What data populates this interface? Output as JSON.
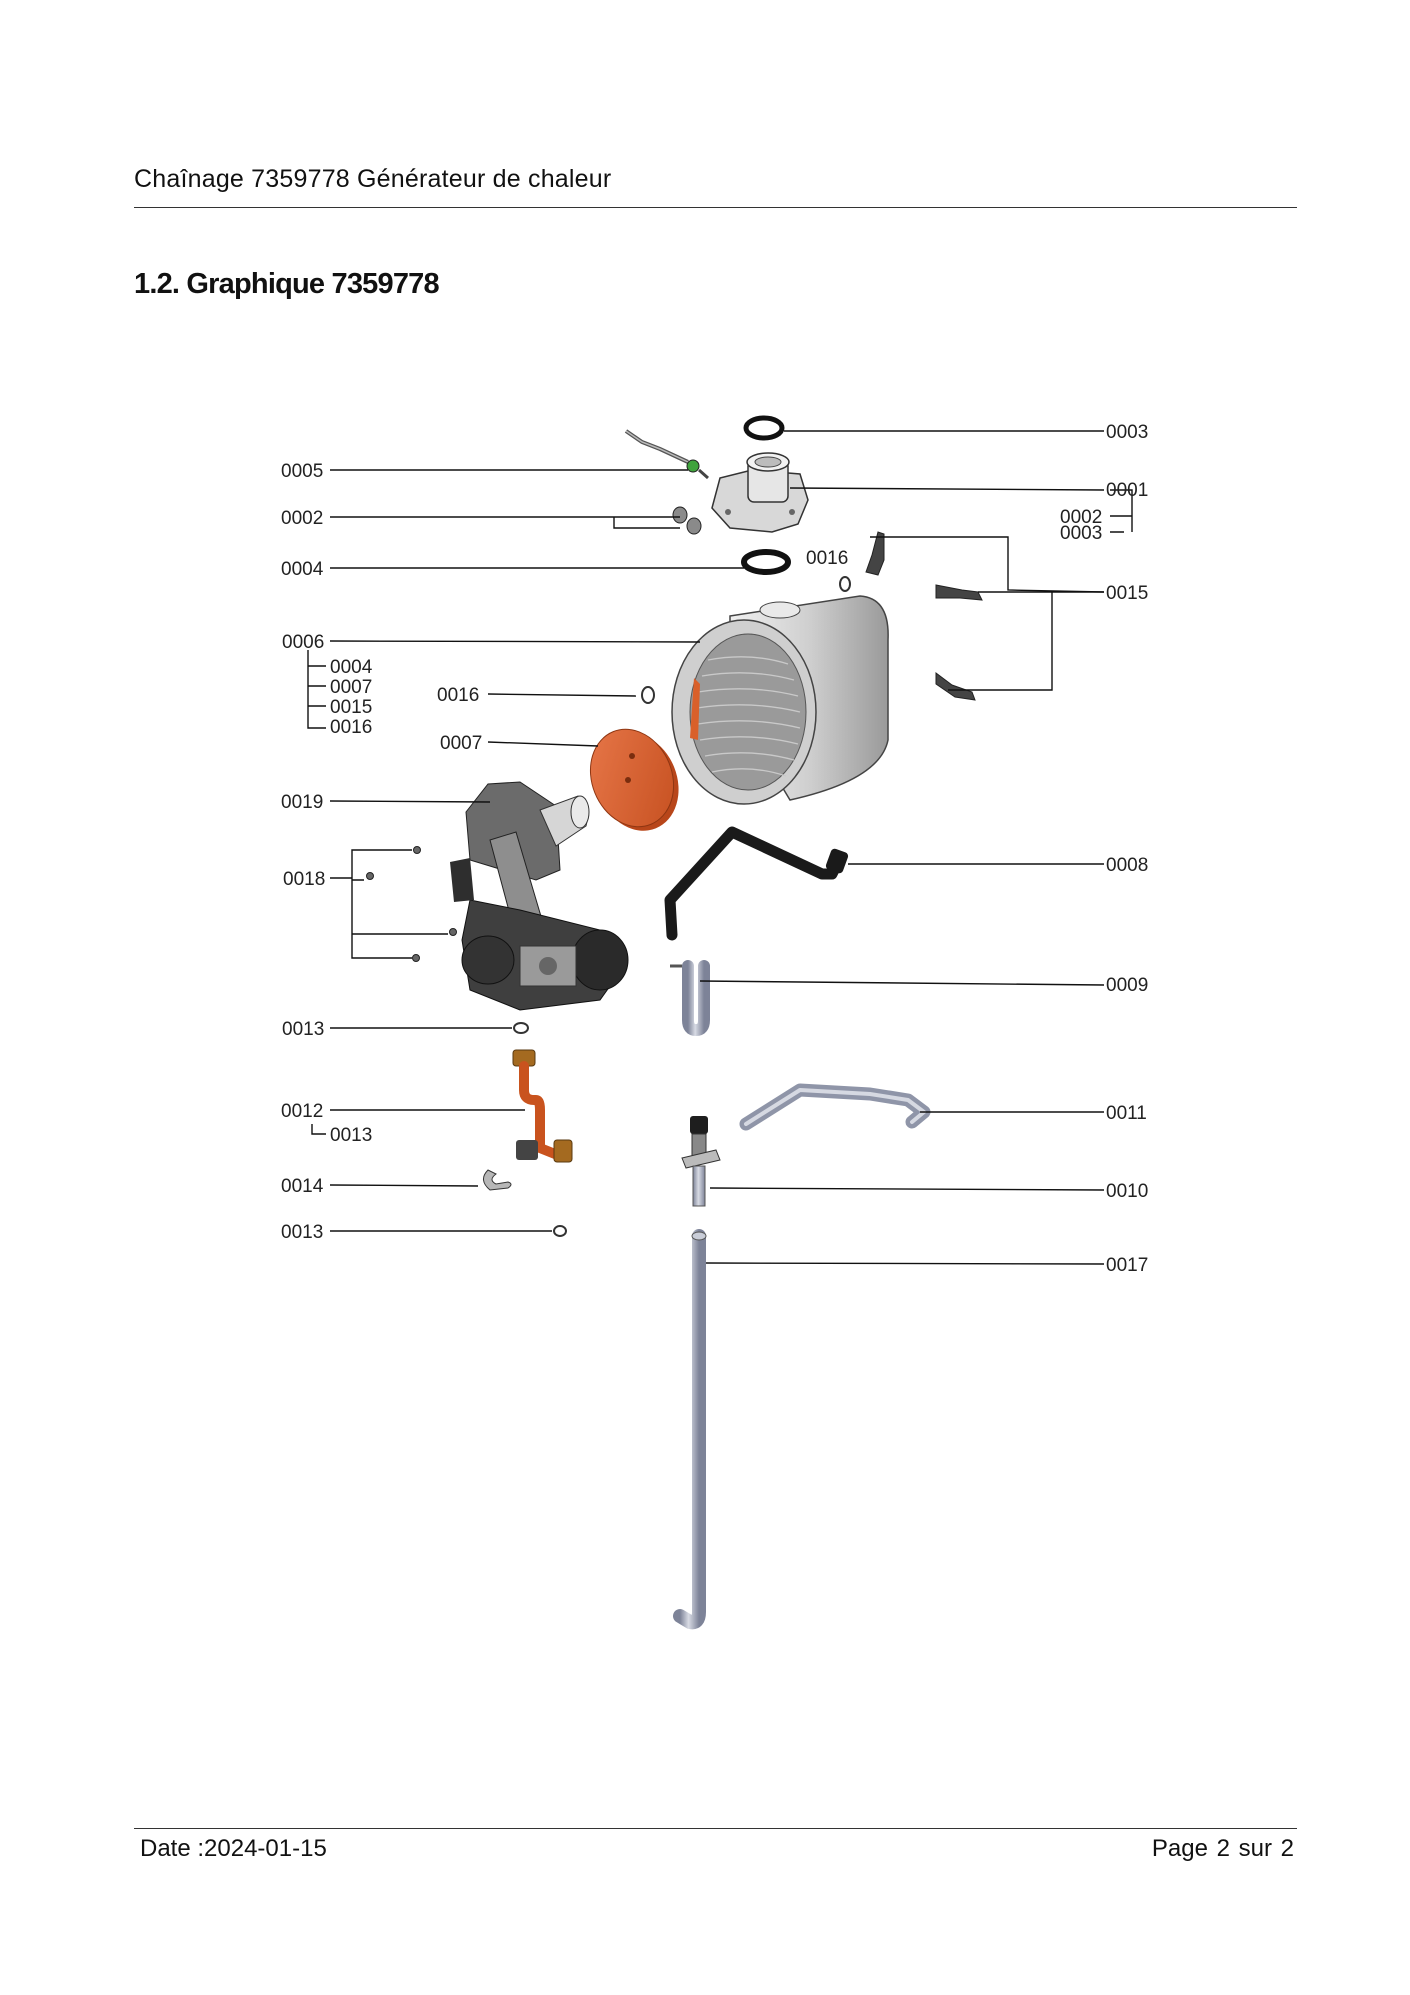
{
  "header": {
    "title": "Chaînage 7359778 Générateur de chaleur"
  },
  "section": {
    "title": "1.2. Graphique 7359778"
  },
  "diagram": {
    "labels": {
      "p0005": "0005",
      "p0002": "0002",
      "p0004": "0004",
      "p0006": "0006",
      "p0006_sub1": "0004",
      "p0006_sub2": "0007",
      "p0006_sub3": "0015",
      "p0006_sub4": "0016",
      "p0016a": "0016",
      "p0007": "0007",
      "p0019": "0019",
      "p0018": "0018",
      "p0013a": "0013",
      "p0012": "0012",
      "p0012_sub": "0013",
      "p0014": "0014",
      "p0013b": "0013",
      "p0003": "0003",
      "p0001": "0001",
      "p0001_sub1": "0002",
      "p0001_sub2": "0003",
      "p0016b": "0016",
      "p0015": "0015",
      "p0008": "0008",
      "p0009": "0009",
      "p0011": "0011",
      "p0010": "0010",
      "p0017": "0017"
    },
    "colors": {
      "orange": "#d9602a",
      "grey_light": "#d4d4d4",
      "grey_mid": "#a6a6a6",
      "grey_dark": "#4a4a4a",
      "pipe_blue": "#9ea4b6"
    }
  },
  "footer": {
    "date": "Date :2024-01-15",
    "page": "Page 2 sur  2"
  }
}
